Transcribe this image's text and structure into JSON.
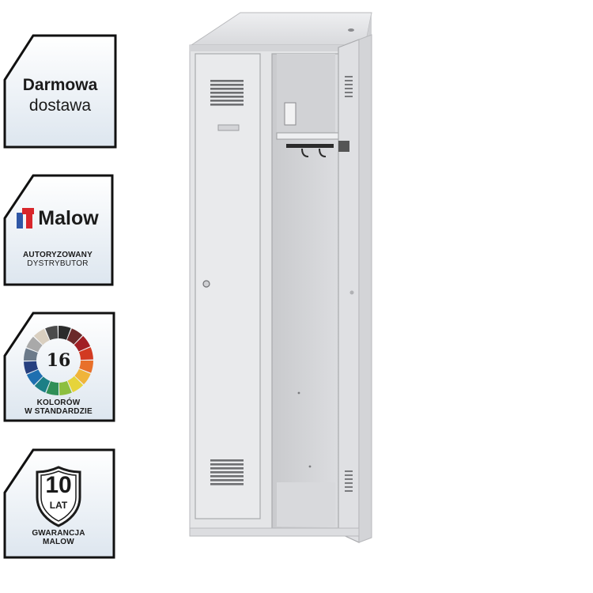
{
  "badges": {
    "delivery": {
      "line1": "Darmowa",
      "line2": "dostawa"
    },
    "malow": {
      "brand": "Malow",
      "line1": "AUTORYZOWANY",
      "line2": "DYSTRYBUTOR"
    },
    "colors": {
      "count": "16",
      "line1": "KOLORÓW",
      "line2": "W STANDARDZIE"
    },
    "warranty": {
      "years": "10",
      "unit": "LAT",
      "line1": "GWARANCJA",
      "line2": "MALOW"
    }
  },
  "product": {
    "name": "locker",
    "color": "#e4e5e7"
  },
  "palette": [
    "#2b2b2b",
    "#6b2a2a",
    "#a11f24",
    "#d23a22",
    "#e8702a",
    "#f0b43a",
    "#e6d43a",
    "#8cbf3f",
    "#2f8f57",
    "#1c7f86",
    "#1f6fb0",
    "#27407f",
    "#6c7a8a",
    "#a9a9a9",
    "#d9cfc0",
    "#4b4b4b"
  ]
}
